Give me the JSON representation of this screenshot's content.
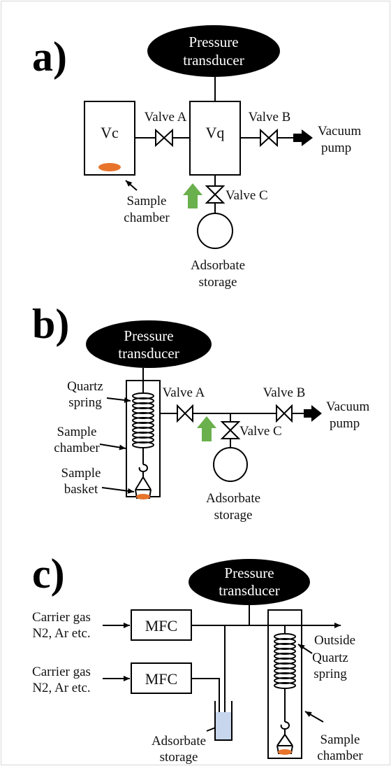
{
  "panels": {
    "a": {
      "letter": "a)",
      "pressure_transducer": [
        "Pressure",
        "transducer"
      ],
      "vc": "Vc",
      "vq": "Vq",
      "valve_a": "Valve A",
      "valve_b": "Valve B",
      "valve_c": "Valve C",
      "vacuum_pump": [
        "Vacuum",
        "pump"
      ],
      "sample_chamber": [
        "Sample",
        "chamber"
      ],
      "adsorbate_storage": [
        "Adsorbate",
        "storage"
      ]
    },
    "b": {
      "letter": "b)",
      "pressure_transducer": [
        "Pressure",
        "transducer"
      ],
      "quartz_spring": [
        "Quartz",
        "spring"
      ],
      "sample_chamber": [
        "Sample",
        "chamber"
      ],
      "sample_basket": [
        "Sample",
        "basket"
      ],
      "valve_a": "Valve A",
      "valve_b": "Valve B",
      "valve_c": "Valve C",
      "vacuum_pump": [
        "Vacuum",
        "pump"
      ],
      "adsorbate_storage": [
        "Adsorbate",
        "storage"
      ]
    },
    "c": {
      "letter": "c)",
      "pressure_transducer": [
        "Pressure",
        "transducer"
      ],
      "carrier_gas_1": [
        "Carrier gas",
        "N2, Ar etc."
      ],
      "carrier_gas_2": [
        "Carrier gas",
        "N2, Ar etc."
      ],
      "mfc_1": "MFC",
      "mfc_2": "MFC",
      "outside": "Outside",
      "quartz_spring": [
        "Quartz",
        "spring"
      ],
      "sample_chamber": [
        "Sample",
        "chamber"
      ],
      "adsorbate_storage": [
        "Adsorbate",
        "storage"
      ]
    }
  },
  "colors": {
    "background": "#ffffff",
    "transducer_fill": "#000000",
    "sample_fill": "#e8742c",
    "arrow_green": "#6ab04c",
    "liquid_fill": "#c7d6ec",
    "line": "#000000"
  }
}
